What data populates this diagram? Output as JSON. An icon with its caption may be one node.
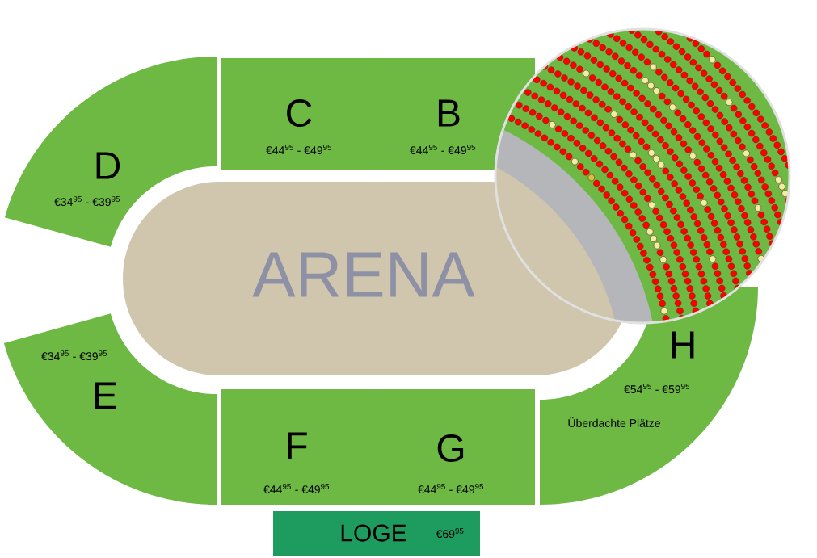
{
  "diagram": {
    "nodes": [
      {
        "text": [
          "D",
          "€34$^{95}$ - €39$^{95}$"
        ]
      },
      {
        "text": [
          "C",
          "€44$^{95}$ - €49$^{95}$"
        ]
      },
      {
        "text": [
          "B",
          "€44$^{95}$ - €49$^{95}$"
        ]
      },
      {
        "text": [
          "ARENA"
        ]
      },
      {
        "text": [
          "€34$^{95}$ - €39$^{95}$",
          "E"
        ]
      },
      {
        "text": [
          "H",
          "€54$^{95}$ - €59$^{95}$",
          "Überdachte Plätze"
        ]
      },
      {
        "text": [
          "F",
          "€44$^{95}$ - €49$^{95}$"
        ]
      },
      {
        "text": [
          "G",
          "€44$^{95}$ - €49$^{95}$"
        ]
      },
      {
        "text": [
          "LOGE",
          "€69$^{95}$"
        ]
      }
    ]
  }
}
